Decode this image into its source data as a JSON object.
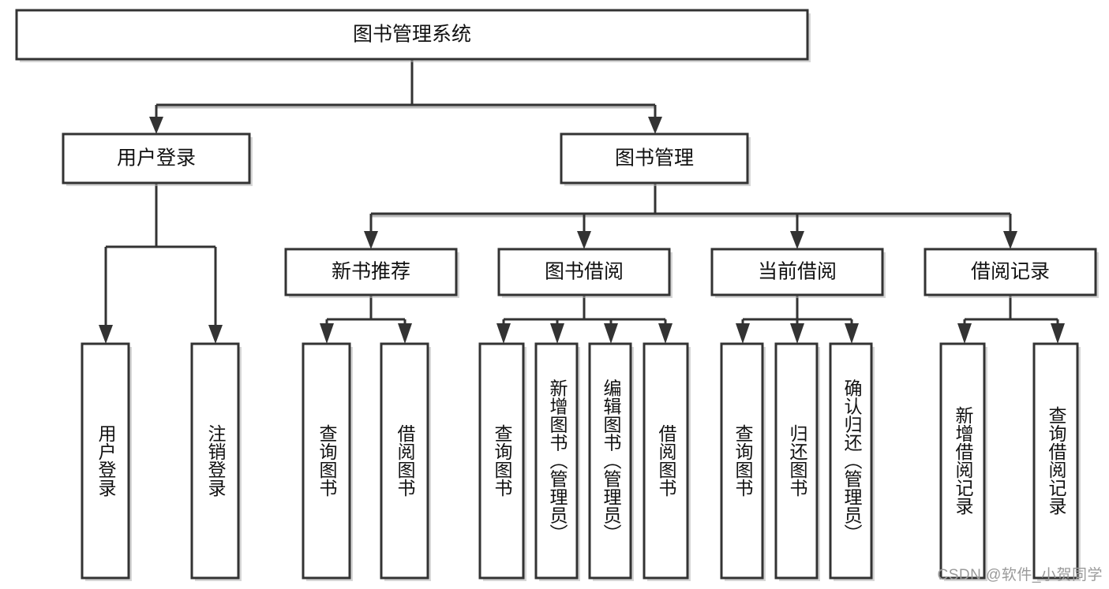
{
  "diagram": {
    "type": "tree",
    "title": "图书管理系统",
    "watermark": "CSDN @软件_小贺同学",
    "root": {
      "id": "root",
      "label": "图书管理系统",
      "orientation": "horizontal"
    },
    "level1": [
      {
        "id": "user-login",
        "label": "用户登录",
        "orientation": "horizontal"
      },
      {
        "id": "book-manage",
        "label": "图书管理",
        "orientation": "horizontal"
      }
    ],
    "level2": [
      {
        "id": "new-book-recommend",
        "label": "新书推荐",
        "parent": "book-manage",
        "orientation": "horizontal"
      },
      {
        "id": "book-borrow",
        "label": "图书借阅",
        "parent": "book-manage",
        "orientation": "horizontal"
      },
      {
        "id": "current-borrow",
        "label": "当前借阅",
        "parent": "book-manage",
        "orientation": "horizontal"
      },
      {
        "id": "borrow-record",
        "label": "借阅记录",
        "parent": "book-manage",
        "orientation": "horizontal"
      }
    ],
    "leaves": [
      {
        "id": "leaf-user-login",
        "label": "用户登录",
        "parent": "user-login",
        "orientation": "vertical"
      },
      {
        "id": "leaf-user-logout",
        "label": "注销登录",
        "parent": "user-login",
        "orientation": "vertical"
      },
      {
        "id": "leaf-query-book-1",
        "label": "查询图书",
        "parent": "new-book-recommend",
        "orientation": "vertical"
      },
      {
        "id": "leaf-borrow-book-1",
        "label": "借阅图书",
        "parent": "new-book-recommend",
        "orientation": "vertical"
      },
      {
        "id": "leaf-query-book-2",
        "label": "查询图书",
        "parent": "book-borrow",
        "orientation": "vertical"
      },
      {
        "id": "leaf-add-book",
        "label": "新增图书（管理员）",
        "parent": "book-borrow",
        "orientation": "vertical"
      },
      {
        "id": "leaf-edit-book",
        "label": "编辑图书（管理员）",
        "parent": "book-borrow",
        "orientation": "vertical"
      },
      {
        "id": "leaf-borrow-book-2",
        "label": "借阅图书",
        "parent": "book-borrow",
        "orientation": "vertical"
      },
      {
        "id": "leaf-query-book-3",
        "label": "查询图书",
        "parent": "current-borrow",
        "orientation": "vertical"
      },
      {
        "id": "leaf-return-book",
        "label": "归还图书",
        "parent": "current-borrow",
        "orientation": "vertical"
      },
      {
        "id": "leaf-confirm-return",
        "label": "确认归还（管理员）",
        "parent": "current-borrow",
        "orientation": "vertical"
      },
      {
        "id": "leaf-add-record",
        "label": "新增借阅记录",
        "parent": "borrow-record",
        "orientation": "vertical"
      },
      {
        "id": "leaf-query-record",
        "label": "查询借阅记录",
        "parent": "borrow-record",
        "orientation": "vertical"
      }
    ],
    "colors": {
      "stroke": "#333333",
      "fill": "#ffffff",
      "text": "#111111",
      "watermark": "#9a9a9a"
    }
  }
}
